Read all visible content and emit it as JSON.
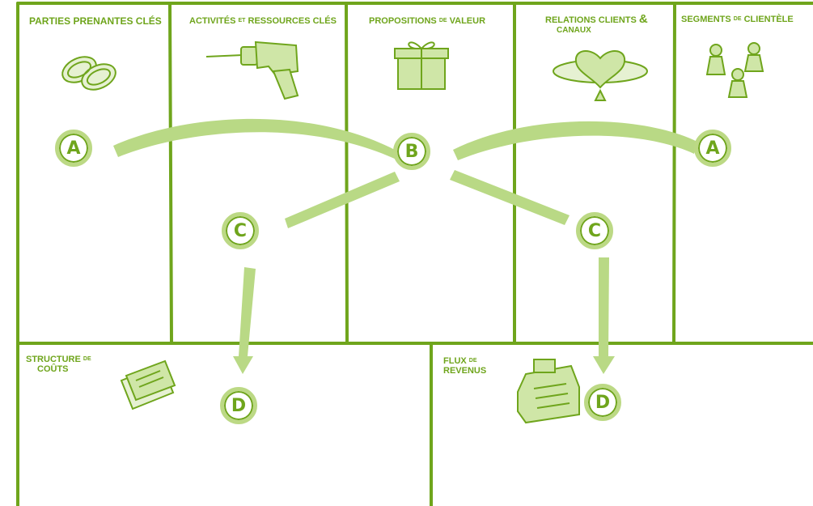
{
  "blocks": {
    "key_partners": {
      "title": "PARTIES PRENANTES CLÉS",
      "icon": "rings-icon"
    },
    "key_activities": {
      "title_a": "ACTIVITÉS",
      "title_small": "ET",
      "title_b": "RESSOURCES CLÉS",
      "icon": "drill-icon"
    },
    "value_prop": {
      "title_a": "PROPOSITIONS",
      "title_small": "DE",
      "title_b": "VALEUR",
      "icon": "gift-icon"
    },
    "relations": {
      "title_a": "RELATIONS CLIENTS",
      "title_amp": "&",
      "title_b": "CANAUX",
      "icon": "heart-ring-icon"
    },
    "segments": {
      "title_a": "SEGMENTS",
      "title_small": "DE",
      "title_b": "CLIENTÈLE",
      "icon": "people-icon"
    },
    "costs": {
      "title_a": "STRUCTURE",
      "title_small": "DE",
      "title_b": "COÛTS",
      "icon": "bills-icon"
    },
    "revenue": {
      "title_a": "FLUX",
      "title_small": "DE",
      "title_b": "REVENUS",
      "icon": "cash-register-icon"
    }
  },
  "nodes": {
    "a_left": "A",
    "b_center": "B",
    "a_right": "A",
    "c_left": "C",
    "c_right": "C",
    "d_left": "D",
    "d_right": "D"
  },
  "colors": {
    "line": "#6fa51c",
    "arrow": "#b9d985",
    "accent_light": "#cfe6a7",
    "background": "#ffffff"
  }
}
